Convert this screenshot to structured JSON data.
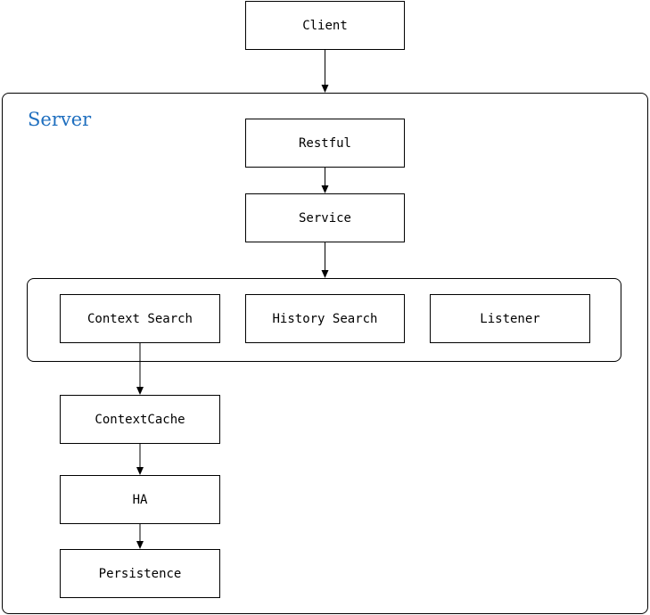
{
  "colors": {
    "server_title": "#1f6fbf",
    "line": "#000000"
  },
  "nodes": {
    "client": "Client",
    "restful": "Restful",
    "service": "Service",
    "context_search": "Context Search",
    "history_search": "History Search",
    "listener": "Listener",
    "context_cache": "ContextCache",
    "ha": "HA",
    "persistence": "Persistence"
  },
  "server_label": "Server"
}
